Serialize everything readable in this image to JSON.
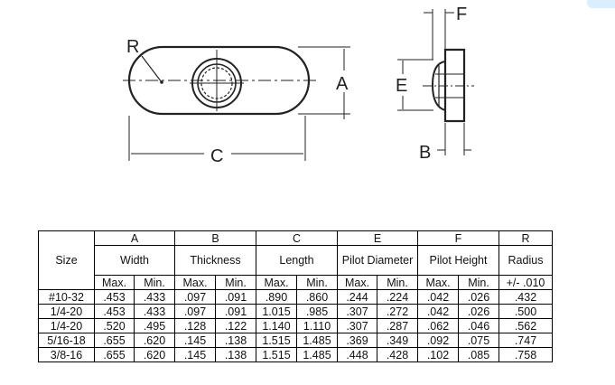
{
  "drawing": {
    "labels": {
      "R": "R",
      "A": "A",
      "C": "C",
      "E": "E",
      "F": "F",
      "B": "B"
    }
  },
  "table": {
    "size_header": "Size",
    "letters": [
      "A",
      "B",
      "C",
      "E",
      "F",
      "R"
    ],
    "names": [
      "Width",
      "Thickness",
      "Length",
      "Pilot Diameter",
      "Pilot Height",
      "Radius"
    ],
    "subheaders": [
      "Max.",
      "Min.",
      "Max.",
      "Min.",
      "Max.",
      "Min.",
      "Max.",
      "Min.",
      "Max.",
      "Min.",
      "+/- .010"
    ],
    "rows": [
      [
        "#10-32",
        ".453",
        ".433",
        ".097",
        ".091",
        ".890",
        ".860",
        ".244",
        ".224",
        ".042",
        ".026",
        ".432"
      ],
      [
        "1/4-20",
        ".453",
        ".433",
        ".097",
        ".091",
        "1.015",
        ".985",
        ".307",
        ".272",
        ".042",
        ".026",
        ".500"
      ],
      [
        "1/4-20",
        ".520",
        ".495",
        ".128",
        ".122",
        "1.140",
        "1.110",
        ".307",
        ".287",
        ".062",
        ".046",
        ".562"
      ],
      [
        "5/16-18",
        ".655",
        ".620",
        ".145",
        ".138",
        "1.515",
        "1.485",
        ".369",
        ".349",
        ".092",
        ".075",
        ".747"
      ],
      [
        "3/8-16",
        ".655",
        ".620",
        ".145",
        ".138",
        "1.515",
        "1.485",
        ".448",
        ".428",
        ".102",
        ".085",
        ".758"
      ]
    ]
  }
}
